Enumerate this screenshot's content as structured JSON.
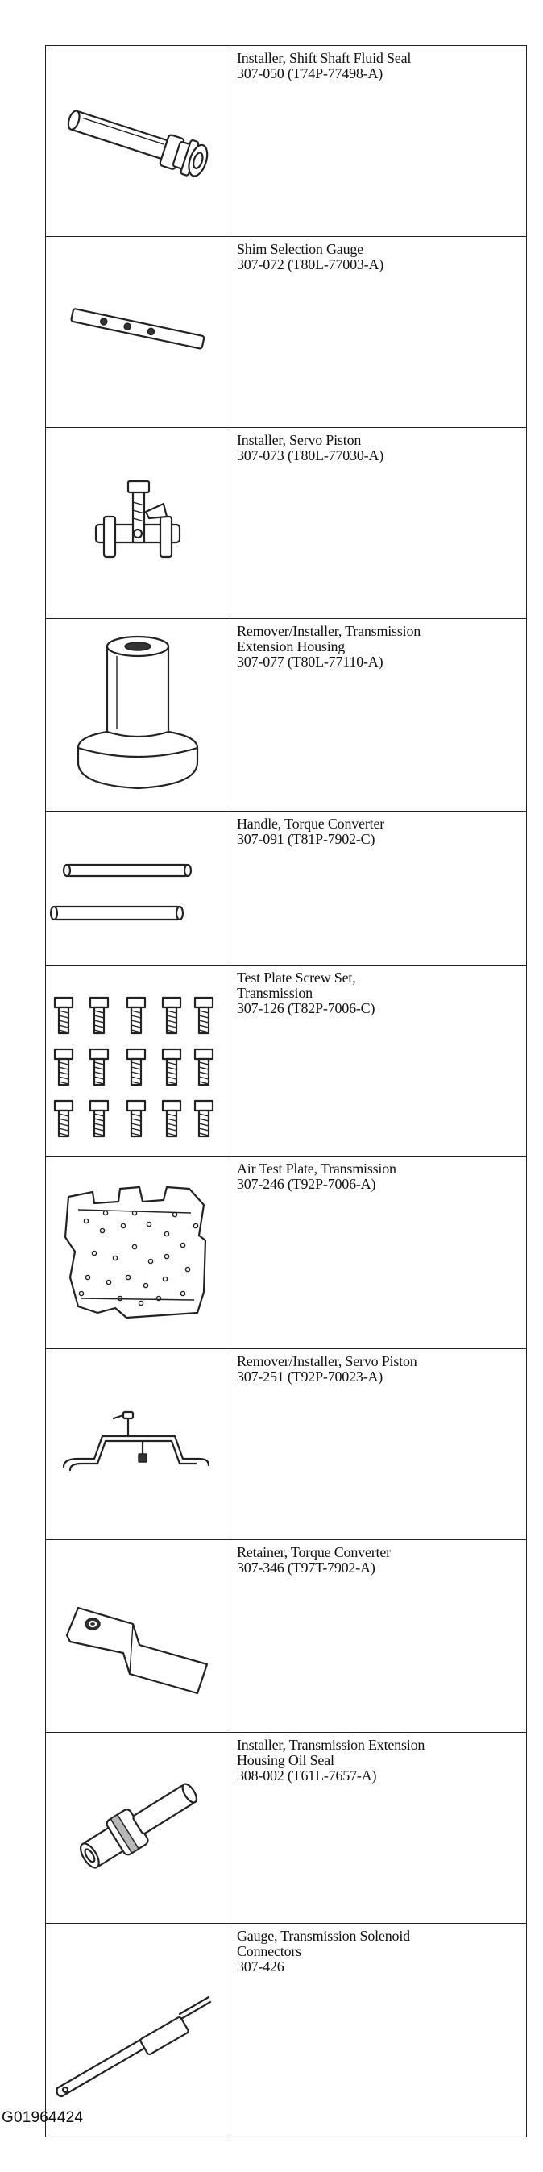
{
  "tools": [
    {
      "icon": "shift-shaft-seal-installer-icon",
      "description": [
        "Installer, Shift Shaft Fluid Seal"
      ],
      "code": "307-050 (T74P-77498-A)"
    },
    {
      "icon": "shim-selection-gauge-icon",
      "description": [
        "Shim Selection Gauge"
      ],
      "code": "307-072 (T80L-77003-A)"
    },
    {
      "icon": "servo-piston-installer-icon",
      "description": [
        "Installer, Servo Piston"
      ],
      "code": "307-073 (T80L-77030-A)"
    },
    {
      "icon": "extension-housing-remover-icon",
      "description": [
        "Remover/Installer, Transmission",
        "Extension Housing"
      ],
      "code": "307-077 (T80L-77110-A)"
    },
    {
      "icon": "torque-converter-handle-icon",
      "description": [
        "Handle, Torque Converter"
      ],
      "code": "307-091 (T81P-7902-C)"
    },
    {
      "icon": "test-plate-screw-set-icon",
      "description": [
        "Test Plate Screw Set,",
        "Transmission"
      ],
      "code": "307-126 (T82P-7006-C)"
    },
    {
      "icon": "air-test-plate-icon",
      "description": [
        "Air Test Plate, Transmission"
      ],
      "code": "307-246 (T92P-7006-A)"
    },
    {
      "icon": "servo-piston-remover-icon",
      "description": [
        "Remover/Installer, Servo Piston"
      ],
      "code": "307-251 (T92P-70023-A)"
    },
    {
      "icon": "torque-converter-retainer-icon",
      "description": [
        "Retainer, Torque Converter"
      ],
      "code": "307-346 (T97T-7902-A)"
    },
    {
      "icon": "extension-housing-seal-installer-icon",
      "description": [
        "Installer, Transmission Extension",
        "Housing Oil Seal"
      ],
      "code": "308-002 (T61L-7657-A)"
    },
    {
      "icon": "solenoid-connector-gauge-icon",
      "description": [
        "Gauge, Transmission Solenoid",
        "Connectors"
      ],
      "code": "307-426"
    }
  ],
  "figure_id": "G01964424"
}
